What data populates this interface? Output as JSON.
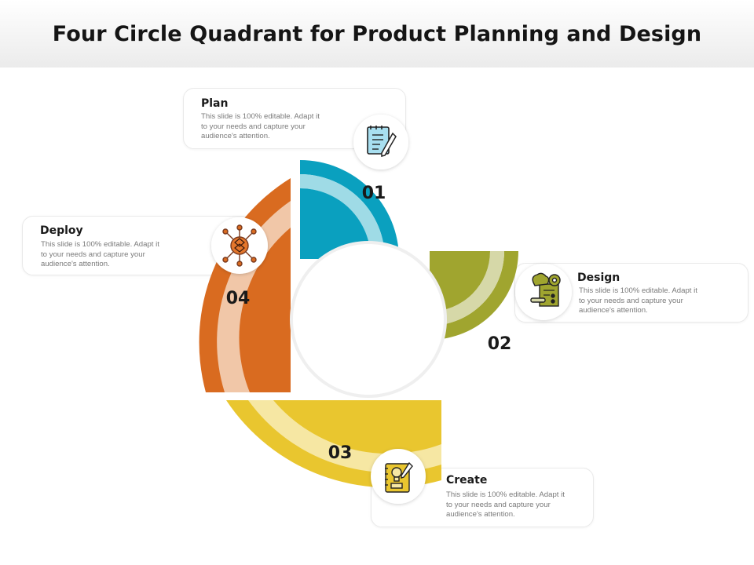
{
  "title": "Four Circle Quadrant for Product Planning and Design",
  "colors": {
    "plan_dark": "#0aa0bf",
    "plan_light": "#9fdbe6",
    "design_dark": "#a0a52f",
    "design_light": "#d6d8a8",
    "create_dark": "#e9c62f",
    "create_light": "#f6e7a3",
    "deploy_dark": "#d96b20",
    "deploy_light": "#f1c7a8"
  },
  "segments": [
    {
      "number": "01",
      "title": "Plan",
      "icon": "notepad-pen-icon",
      "description": [
        "This slide is 100% editable. Adapt it",
        "to your needs and capture your",
        "audience's attention."
      ]
    },
    {
      "number": "02",
      "title": "Design",
      "icon": "design-tools-gear-icon",
      "description": [
        "This slide is 100% editable. Adapt it",
        "to your needs and capture your",
        "audience's attention."
      ]
    },
    {
      "number": "03",
      "title": "Create",
      "icon": "lightbulb-notebook-icon",
      "description": [
        "This slide is 100% editable. Adapt it",
        "to your needs and capture your",
        "audience's attention."
      ]
    },
    {
      "number": "04",
      "title": "Deploy",
      "icon": "network-hub-icon",
      "description": [
        "This slide is 100% editable. Adapt it",
        "to your needs and capture your",
        "audience's attention."
      ]
    }
  ]
}
